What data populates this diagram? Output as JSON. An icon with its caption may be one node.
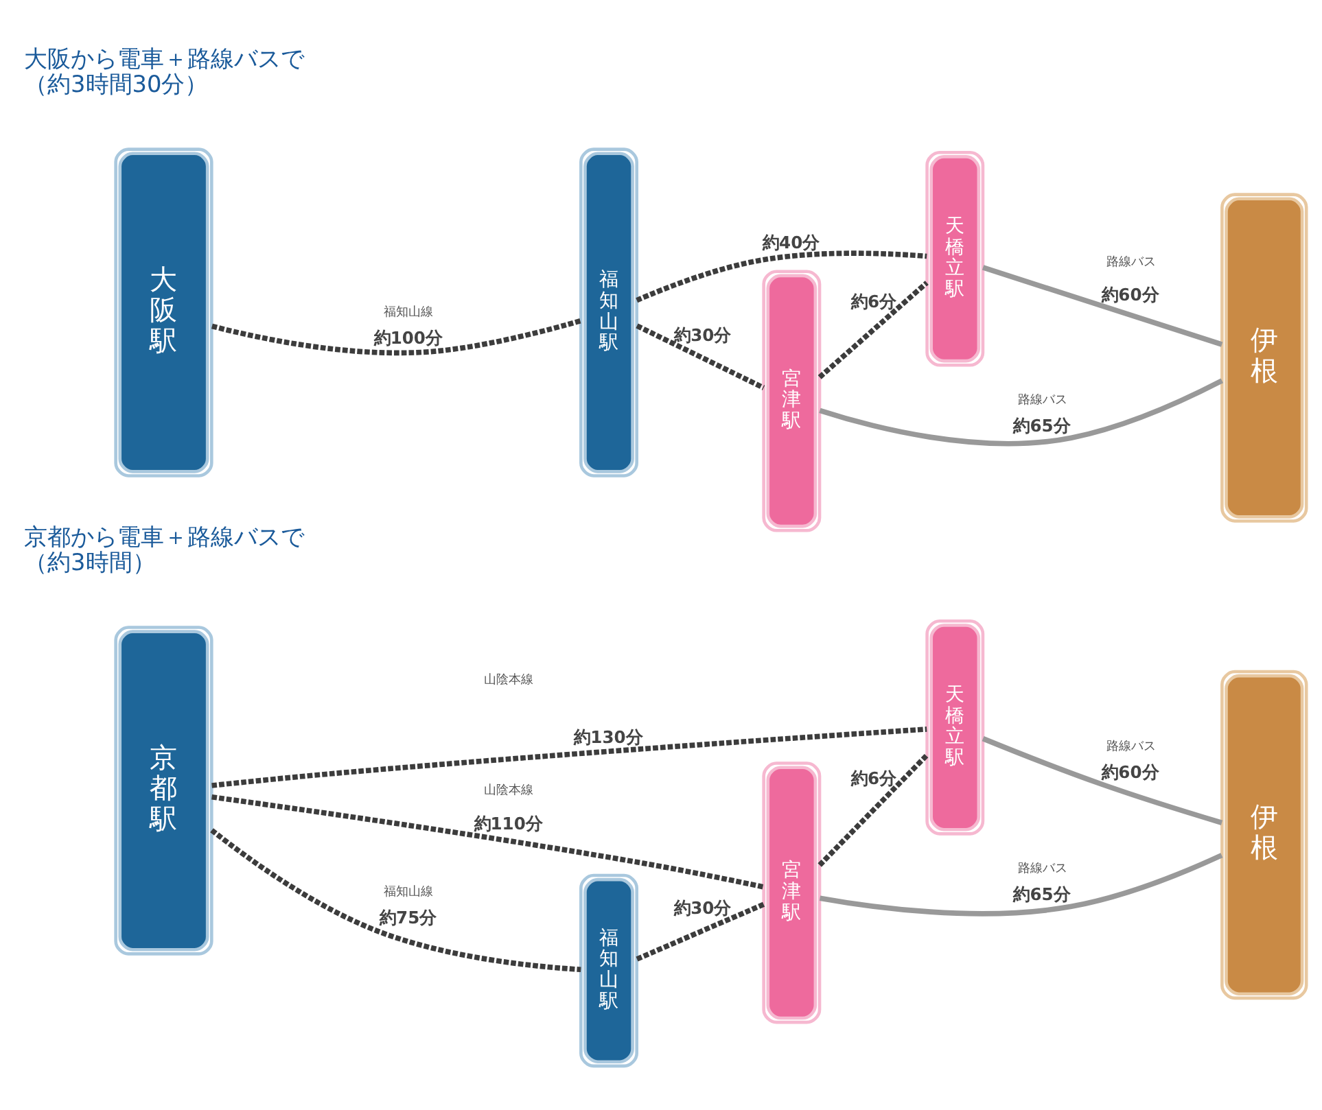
{
  "diagram": {
    "nodes": [
      {
        "text": [
          "大阪駅"
        ]
      },
      {
        "text": [
          "福知山駅"
        ]
      },
      {
        "text": [
          "宮津駅"
        ]
      },
      {
        "text": [
          "天橋立駅"
        ]
      },
      {
        "text": [
          "伊根"
        ]
      },
      {
        "text": [
          "京都駅"
        ]
      },
      {
        "text": [
          "福知山駅"
        ]
      },
      {
        "text": [
          "宮津駅"
        ]
      },
      {
        "text": [
          "天橋立駅"
        ]
      },
      {
        "text": [
          "伊根"
        ]
      }
    ],
    "edges": [
      {
        "from": 0,
        "to": 1,
        "arrow": "none",
        "label": "約100分",
        "style": "dashed"
      },
      {
        "from": 1,
        "to": 3,
        "arrow": "none",
        "label": "約40分",
        "style": "dashed"
      },
      {
        "from": 1,
        "to": 2,
        "arrow": "none",
        "label": "約30分",
        "style": "dashed"
      },
      {
        "from": 2,
        "to": 3,
        "arrow": "none",
        "label": "約6分",
        "style": "dashed"
      },
      {
        "from": 3,
        "to": 4,
        "arrow": "none",
        "label": "約60分",
        "color": "#999999"
      },
      {
        "from": 2,
        "to": 4,
        "arrow": "none",
        "label": "約65分",
        "color": "#999999"
      },
      {
        "from": 5,
        "to": 8,
        "arrow": "none",
        "label": "約130分",
        "style": "dashed"
      },
      {
        "from": 5,
        "to": 7,
        "arrow": "none",
        "label": "約110分",
        "style": "dashed"
      },
      {
        "from": 5,
        "to": 6,
        "arrow": "none",
        "label": "約75分",
        "style": "dashed"
      },
      {
        "from": 6,
        "to": 7,
        "arrow": "none",
        "label": "約30分",
        "style": "dashed"
      },
      {
        "from": 7,
        "to": 8,
        "arrow": "none",
        "label": "約6分",
        "style": "dashed"
      },
      {
        "from": 8,
        "to": 9,
        "arrow": "none",
        "label": "約60分",
        "color": "#999999"
      },
      {
        "from": 7,
        "to": 9,
        "arrow": "none",
        "label": "約65分",
        "color": "#999999"
      }
    ],
    "labels": [
      "大阪から電車＋路線バスで（約3時間30分）",
      "福知山線",
      "路線バス",
      "路線バス",
      "京都から電車＋路線バスで（約3時間）",
      "山陰本線",
      "山陰本線",
      "路線バス",
      "福知山線",
      "路線バス"
    ]
  }
}
